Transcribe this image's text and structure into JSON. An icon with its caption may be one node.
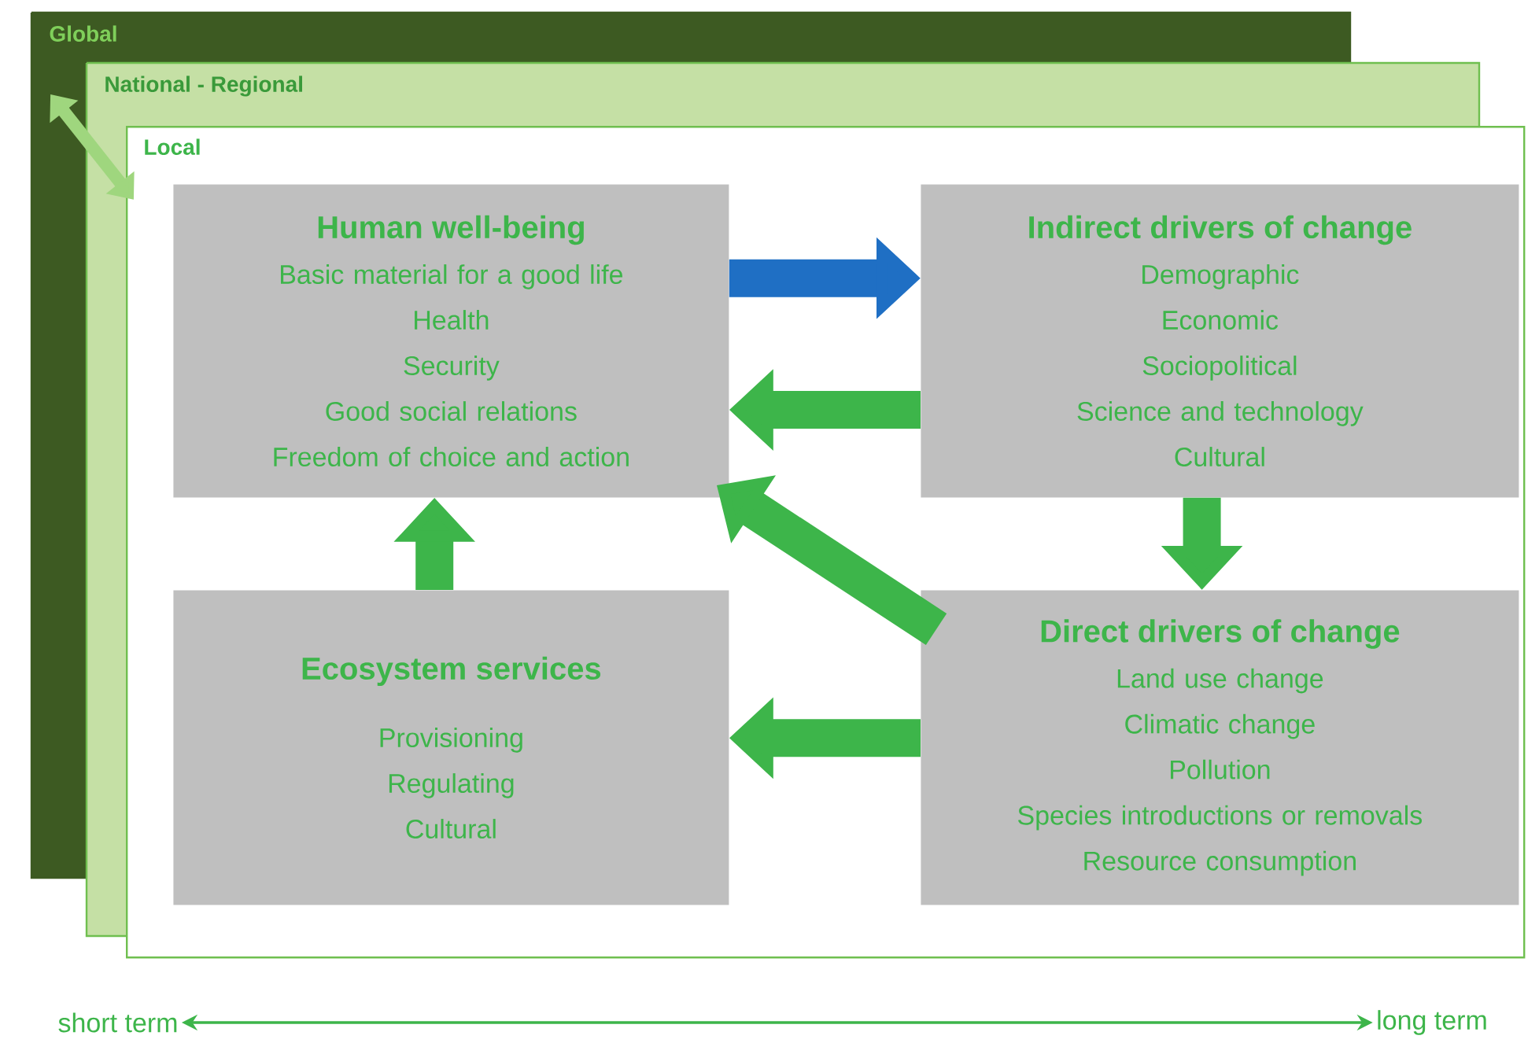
{
  "diagram": {
    "nodes": [
      {
        "text": [
          "Global"
        ]
      },
      {
        "text": [
          "National - Regional"
        ]
      },
      {
        "text": [
          "Local"
        ]
      },
      {
        "text": [
          "Human well-being",
          "Basic material for a good life",
          "Health",
          "Security",
          "Good social relations",
          "Freedom of choice and action"
        ],
        "in": 2
      },
      {
        "text": [
          "Indirect drivers of change",
          "Demographic",
          "Economic",
          "Sociopolitical",
          "Science and technology",
          "Cultural"
        ],
        "in": 2
      },
      {
        "text": [
          "Ecosystem services",
          "Provisioning",
          "Regulating",
          "Cultural"
        ],
        "in": 2
      },
      {
        "text": [
          "Direct drivers of change",
          "Land use change",
          "Climatic change",
          "Pollution",
          "Species introductions or removals",
          "Resource consumption"
        ],
        "in": 2
      },
      {
        "text": [
          "short term"
        ]
      },
      {
        "text": [
          "long term"
        ]
      }
    ],
    "edges": [
      {
        "from": 0,
        "to": 1,
        "arrow": "both",
        "color": "#9fd67e"
      },
      {
        "from": 1,
        "to": 2,
        "arrow": "both",
        "color": "#9fd67e"
      },
      {
        "from": 3,
        "to": 4,
        "arrow": "to",
        "color": "#1f6fc4"
      },
      {
        "from": 4,
        "to": 3,
        "arrow": "to"
      },
      {
        "from": 4,
        "to": 6,
        "arrow": "to"
      },
      {
        "from": 6,
        "to": 3,
        "arrow": "to"
      },
      {
        "from": 6,
        "to": 5,
        "arrow": "to"
      },
      {
        "from": 5,
        "to": 3,
        "arrow": "to"
      },
      {
        "from": 7,
        "to": 8,
        "arrow": "both"
      }
    ]
  }
}
